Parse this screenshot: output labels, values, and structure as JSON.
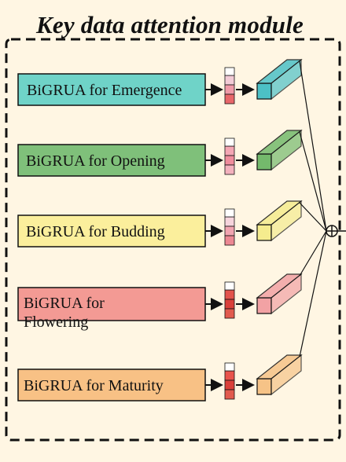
{
  "title": "Key data attention module",
  "blocks": [
    {
      "label": "BiGRUA for Emergence",
      "fill": "#6fd3c8",
      "cube": "#4cc0c6",
      "tokens": [
        "#f2cbd6",
        "#ef9aa8",
        "#e8676a"
      ]
    },
    {
      "label": "BiGRUA for Opening",
      "fill": "#7fc07a",
      "cube": "#74b96c",
      "tokens": [
        "#f4a6b4",
        "#ef8c9c",
        "#f3b1bd"
      ]
    },
    {
      "label": "BiGRUA for Budding",
      "fill": "#fbef9c",
      "cube": "#f5ec8e",
      "tokens": [
        "#f6d4dc",
        "#f1a4b0",
        "#ec8893"
      ]
    },
    {
      "label": "BiGRUA for Flowering",
      "fill": "#f39a94",
      "cube": "#f2a2a4",
      "tokens": [
        "#e2534c",
        "#d9403a",
        "#e15a4e"
      ]
    },
    {
      "label": "BiGRUA for Maturity",
      "fill": "#f8c185",
      "cube": "#f6c387",
      "tokens": [
        "#e8534c",
        "#d9403a",
        "#e15a4e"
      ]
    }
  ],
  "sum_symbol": "⊕"
}
